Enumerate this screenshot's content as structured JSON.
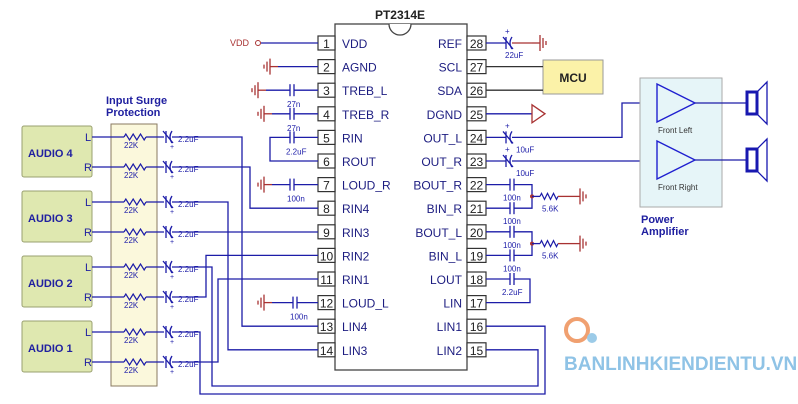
{
  "chip": {
    "name": "PT2314E",
    "left_pins": [
      {
        "num": "1",
        "label": "VDD"
      },
      {
        "num": "2",
        "label": "AGND"
      },
      {
        "num": "3",
        "label": "TREB_L"
      },
      {
        "num": "4",
        "label": "TREB_R"
      },
      {
        "num": "5",
        "label": "RIN"
      },
      {
        "num": "6",
        "label": "ROUT"
      },
      {
        "num": "7",
        "label": "LOUD_R"
      },
      {
        "num": "8",
        "label": "RIN4"
      },
      {
        "num": "9",
        "label": "RIN3"
      },
      {
        "num": "10",
        "label": "RIN2"
      },
      {
        "num": "11",
        "label": "RIN1"
      },
      {
        "num": "12",
        "label": "LOUD_L"
      },
      {
        "num": "13",
        "label": "LIN4"
      },
      {
        "num": "14",
        "label": "LIN3"
      }
    ],
    "right_pins": [
      {
        "num": "28",
        "label": "REF"
      },
      {
        "num": "27",
        "label": "SCL"
      },
      {
        "num": "26",
        "label": "SDA"
      },
      {
        "num": "25",
        "label": "DGND"
      },
      {
        "num": "24",
        "label": "OUT_L"
      },
      {
        "num": "23",
        "label": "OUT_R"
      },
      {
        "num": "22",
        "label": "BOUT_R"
      },
      {
        "num": "21",
        "label": "BIN_R"
      },
      {
        "num": "20",
        "label": "BOUT_L"
      },
      {
        "num": "19",
        "label": "BIN_L"
      },
      {
        "num": "18",
        "label": "LOUT"
      },
      {
        "num": "17",
        "label": "LIN"
      },
      {
        "num": "16",
        "label": "LIN1"
      },
      {
        "num": "15",
        "label": "LIN2"
      }
    ]
  },
  "vdd_label": "VDD",
  "components": {
    "treb_l_cap": "27n",
    "treb_r_cap": "27n",
    "rin_cap": "2.2uF",
    "loud_r_cap": "100n",
    "loud_l_cap": "100n",
    "ref_cap": "22uF",
    "out_l_cap": "10uF",
    "out_r_cap": "10uF",
    "bout_r_cap": "100n",
    "bin_r_cap": "100n",
    "bout_l_cap": "100n",
    "bin_l_cap": "100n",
    "bass_r_res": "5.6K",
    "bass_l_res": "5.6K",
    "lout_cap": "2.2uF"
  },
  "mcu": "MCU",
  "inputs": {
    "protection_title": [
      "Input Surge",
      "Protection"
    ],
    "sources": [
      {
        "name": "AUDIO 4",
        "left": "L",
        "right": "R"
      },
      {
        "name": "AUDIO 3",
        "left": "L",
        "right": "R"
      },
      {
        "name": "AUDIO 2",
        "left": "L",
        "right": "R"
      },
      {
        "name": "AUDIO 1",
        "left": "L",
        "right": "R"
      }
    ],
    "resistor_value": "22K",
    "cap_value": "2.2uF"
  },
  "amplifier": {
    "title": [
      "Power",
      "Amplifier"
    ],
    "channels": [
      "Front Left",
      "Front Right"
    ]
  },
  "watermark": "BANLINHKIENDIENTU.VN",
  "colors": {
    "wire": "#1c1ca8",
    "ground": "#a83232",
    "box_fill": "#dfe8b0",
    "surge_fill": "#fbf8dc",
    "mcu_fill": "#fbf2a8",
    "amp_fill": "#e6f5f8"
  }
}
